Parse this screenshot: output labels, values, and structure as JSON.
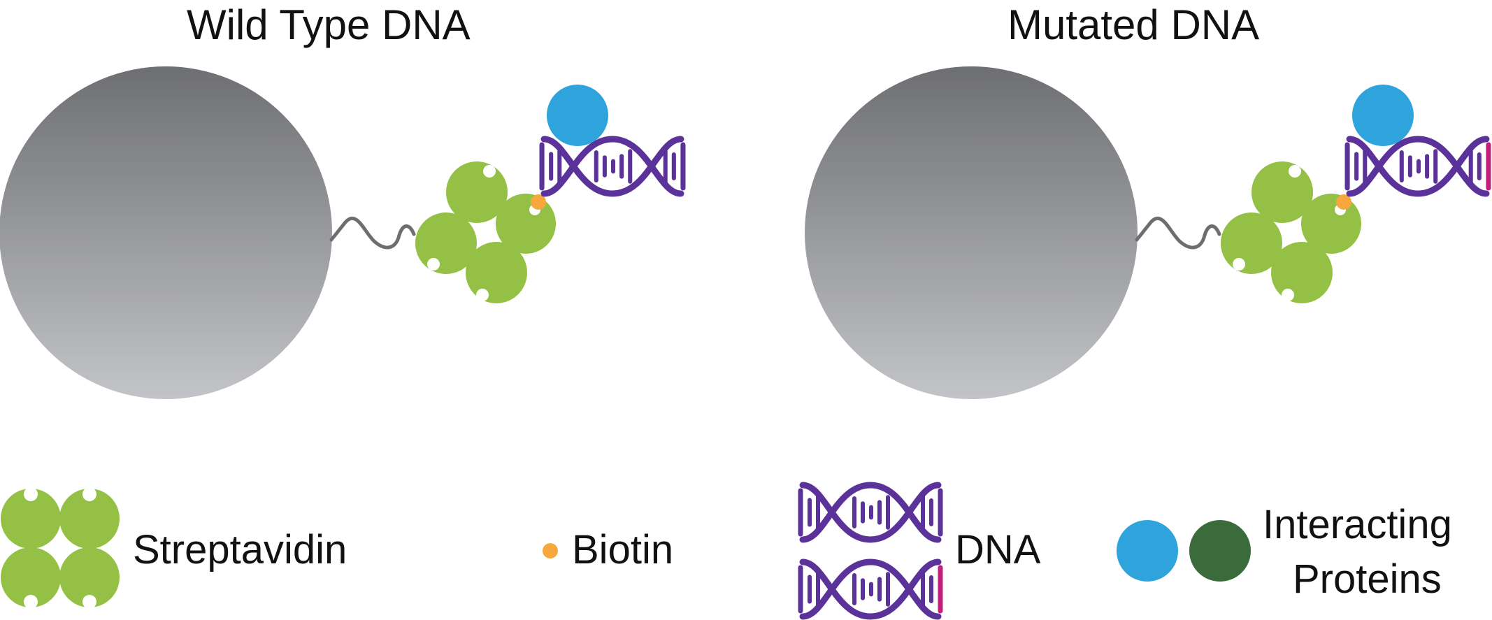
{
  "panels": {
    "wild_type": {
      "title": "Wild Type DNA"
    },
    "mutated": {
      "title": "Mutated DNA"
    }
  },
  "legend": {
    "streptavidin": "Streptavidin",
    "biotin": "Biotin",
    "dna": "DNA",
    "proteins_line1": "Interacting",
    "proteins_line2": "Proteins"
  },
  "colors": {
    "bead_top": "#6e6f72",
    "bead_bottom": "#c3c4c7",
    "linker": "#6d6e71",
    "streptavidin": "#94c045",
    "biotin": "#f6a83c",
    "dna": "#5b3299",
    "mutation": "#c41f7a",
    "protein_blue": "#2ea3dc",
    "protein_green": "#3b6b3a"
  }
}
